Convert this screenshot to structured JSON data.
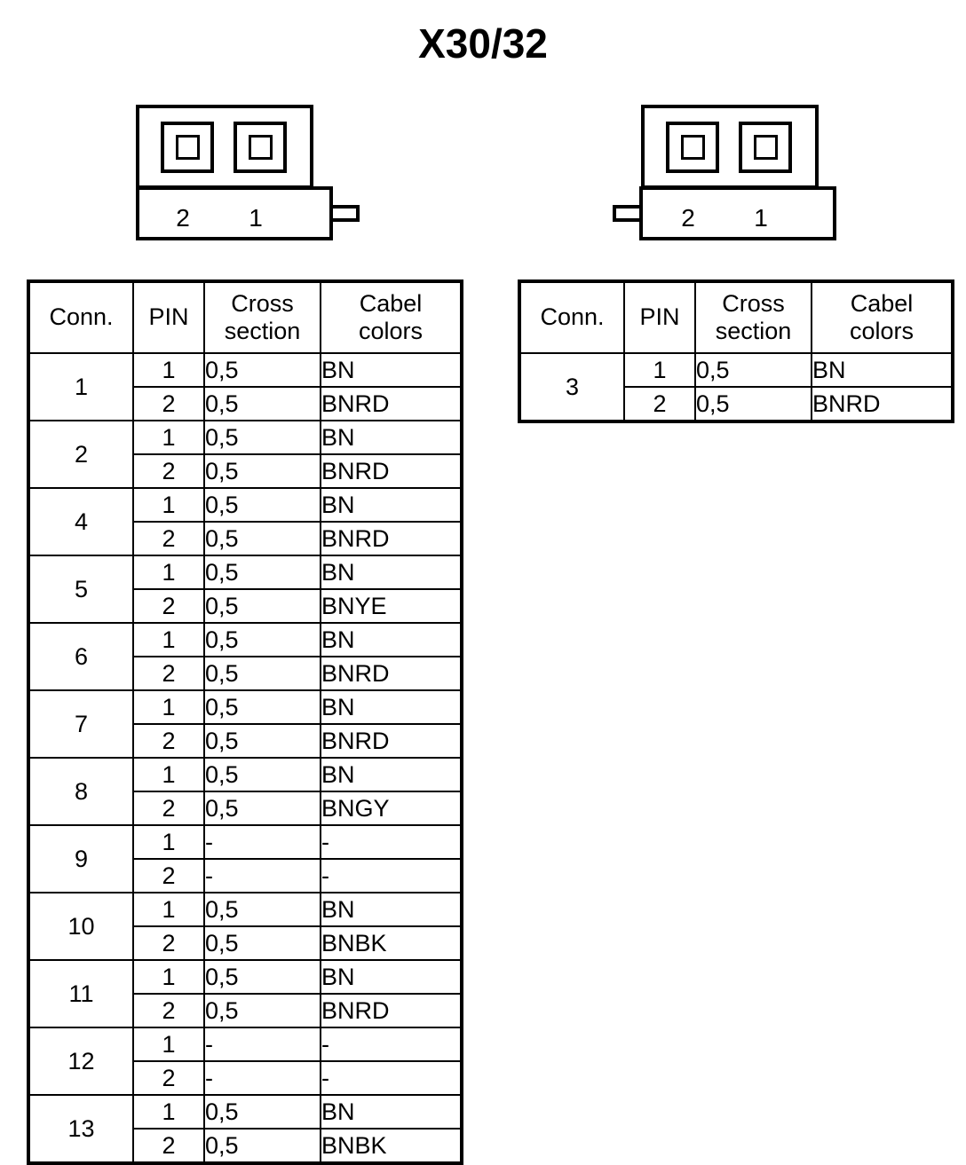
{
  "title": "X30/32",
  "connectors": [
    {
      "id": "left-connector",
      "orientation": "tab-right",
      "pin_labels": [
        "2",
        "1"
      ]
    },
    {
      "id": "right-connector",
      "orientation": "tab-left",
      "pin_labels": [
        "2",
        "1"
      ]
    }
  ],
  "tables": [
    {
      "id": "left-table",
      "headers": [
        "Conn.",
        "PIN",
        "Cross section",
        "Cabel colors"
      ],
      "header_lines": [
        [
          "Conn."
        ],
        [
          "PIN"
        ],
        [
          "Cross",
          "section"
        ],
        [
          "Cabel",
          "colors"
        ]
      ],
      "groups": [
        {
          "conn": "1",
          "rows": [
            {
              "pin": "1",
              "cross": "0,5",
              "color": "BN"
            },
            {
              "pin": "2",
              "cross": "0,5",
              "color": "BNRD"
            }
          ]
        },
        {
          "conn": "2",
          "rows": [
            {
              "pin": "1",
              "cross": "0,5",
              "color": "BN"
            },
            {
              "pin": "2",
              "cross": "0,5",
              "color": "BNRD"
            }
          ]
        },
        {
          "conn": "4",
          "rows": [
            {
              "pin": "1",
              "cross": "0,5",
              "color": "BN"
            },
            {
              "pin": "2",
              "cross": "0,5",
              "color": "BNRD"
            }
          ]
        },
        {
          "conn": "5",
          "rows": [
            {
              "pin": "1",
              "cross": "0,5",
              "color": "BN"
            },
            {
              "pin": "2",
              "cross": "0,5",
              "color": "BNYE"
            }
          ]
        },
        {
          "conn": "6",
          "rows": [
            {
              "pin": "1",
              "cross": "0,5",
              "color": "BN"
            },
            {
              "pin": "2",
              "cross": "0,5",
              "color": "BNRD"
            }
          ]
        },
        {
          "conn": "7",
          "rows": [
            {
              "pin": "1",
              "cross": "0,5",
              "color": "BN"
            },
            {
              "pin": "2",
              "cross": "0,5",
              "color": "BNRD"
            }
          ]
        },
        {
          "conn": "8",
          "rows": [
            {
              "pin": "1",
              "cross": "0,5",
              "color": "BN"
            },
            {
              "pin": "2",
              "cross": "0,5",
              "color": "BNGY"
            }
          ]
        },
        {
          "conn": "9",
          "rows": [
            {
              "pin": "1",
              "cross": "-",
              "color": "-"
            },
            {
              "pin": "2",
              "cross": "-",
              "color": "-"
            }
          ]
        },
        {
          "conn": "10",
          "rows": [
            {
              "pin": "1",
              "cross": "0,5",
              "color": "BN"
            },
            {
              "pin": "2",
              "cross": "0,5",
              "color": "BNBK"
            }
          ]
        },
        {
          "conn": "11",
          "rows": [
            {
              "pin": "1",
              "cross": "0,5",
              "color": "BN"
            },
            {
              "pin": "2",
              "cross": "0,5",
              "color": "BNRD"
            }
          ]
        },
        {
          "conn": "12",
          "rows": [
            {
              "pin": "1",
              "cross": "-",
              "color": "-"
            },
            {
              "pin": "2",
              "cross": "-",
              "color": "-"
            }
          ]
        },
        {
          "conn": "13",
          "rows": [
            {
              "pin": "1",
              "cross": "0,5",
              "color": "BN"
            },
            {
              "pin": "2",
              "cross": "0,5",
              "color": "BNBK"
            }
          ]
        }
      ]
    },
    {
      "id": "right-table",
      "headers": [
        "Conn.",
        "PIN",
        "Cross section",
        "Cabel colors"
      ],
      "header_lines": [
        [
          "Conn."
        ],
        [
          "PIN"
        ],
        [
          "Cross",
          "section"
        ],
        [
          "Cabel",
          "colors"
        ]
      ],
      "groups": [
        {
          "conn": "3",
          "rows": [
            {
              "pin": "1",
              "cross": "0,5",
              "color": "BN"
            },
            {
              "pin": "2",
              "cross": "0,5",
              "color": "BNRD"
            }
          ]
        }
      ]
    }
  ],
  "colors": {
    "line": "#000000",
    "background": "#ffffff"
  }
}
